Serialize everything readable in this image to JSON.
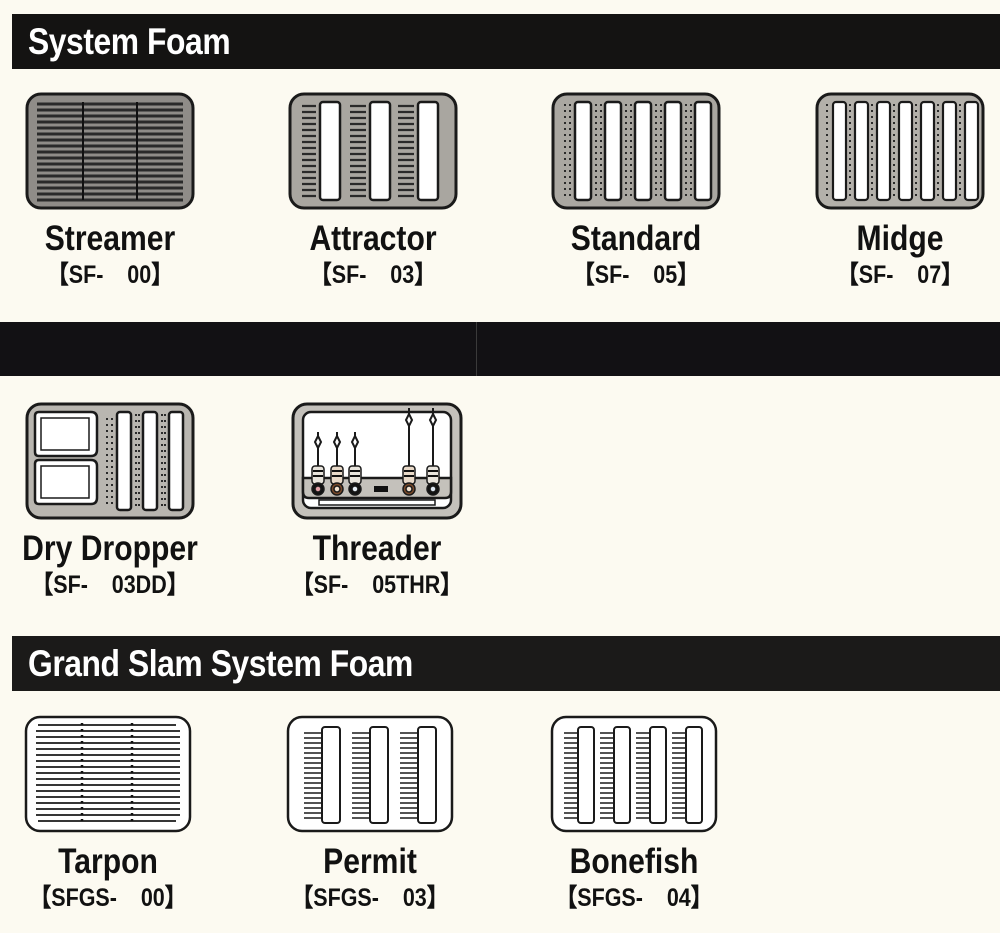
{
  "sections": [
    {
      "title": "System Foam",
      "items": [
        {
          "name": "Streamer",
          "code": "【SF-    00】",
          "pattern": "full-rows"
        },
        {
          "name": "Attractor",
          "code": "【SF-    03】",
          "pattern": "3-slots"
        },
        {
          "name": "Standard",
          "code": "【SF-    05】",
          "pattern": "5-slots"
        },
        {
          "name": "Midge",
          "code": "【SF-    07】",
          "pattern": "7-slots"
        }
      ]
    },
    {
      "title": "",
      "items": [
        {
          "name": "Dry Dropper",
          "code": "【SF-    03DD】",
          "pattern": "2-compartments-3-slots"
        },
        {
          "name": "Threader",
          "code": "【SF-    05THR】",
          "pattern": "5-threaders"
        }
      ]
    },
    {
      "title": "Grand Slam System Foam",
      "items": [
        {
          "name": "Tarpon",
          "code": "【SFGS-    00】",
          "pattern": "full-rows-line"
        },
        {
          "name": "Permit",
          "code": "【SFGS-    03】",
          "pattern": "3-slots-line"
        },
        {
          "name": "Bonefish",
          "code": "【SFGS-    04】",
          "pattern": "4-slots-line"
        }
      ]
    }
  ],
  "colors": {
    "background": "#fcfaf1",
    "header_bar": "#141312",
    "header_text": "#ffffff",
    "foam_gray": "#a9a6a0",
    "ink": "#111111"
  }
}
